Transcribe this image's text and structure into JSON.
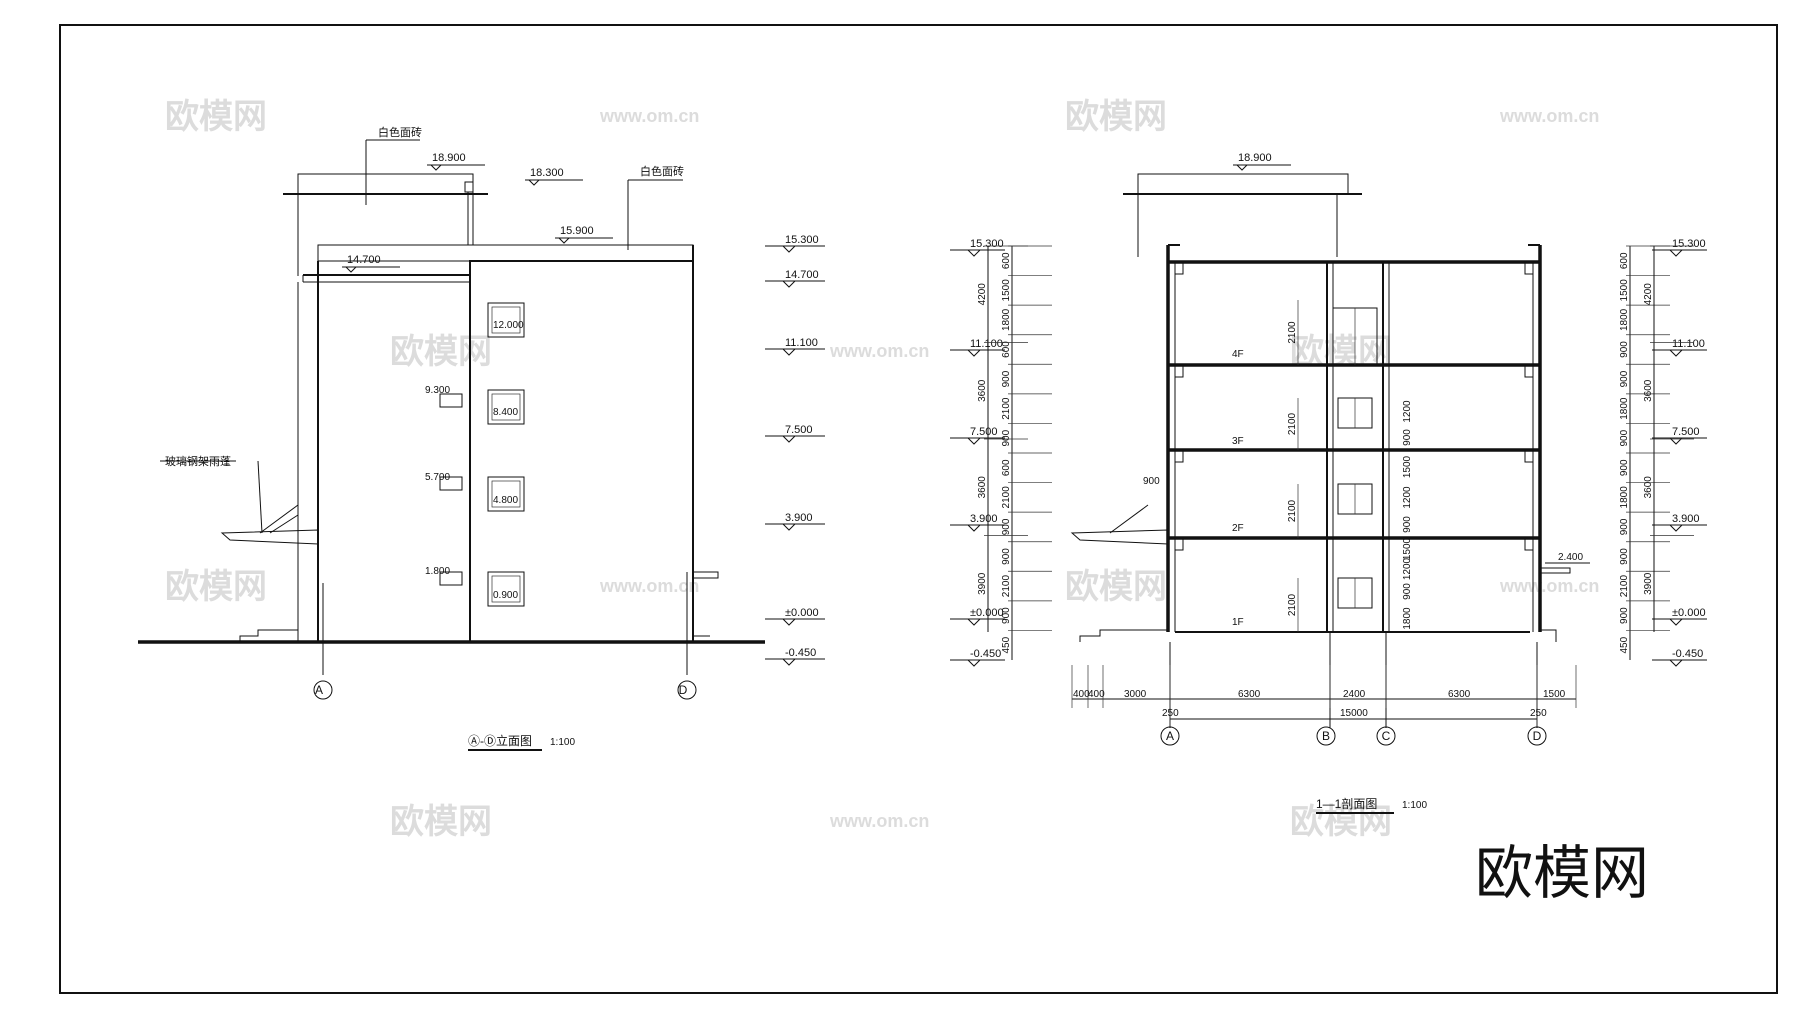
{
  "brand": {
    "logo_text": "欧模网",
    "site_url": "www.om.cn"
  },
  "elevation": {
    "title": "Ⓐ-Ⓓ立面图",
    "scale": "1:100",
    "materials": {
      "top": "白色面砖",
      "right": "白色面砖",
      "canopy": "玻璃钢架雨蓬"
    },
    "levels": {
      "roof_top": "18.900",
      "pipe": "18.300",
      "parapet": "15.900",
      "eave": "14.700",
      "win4": "12.000",
      "win3": "8.400",
      "win2": "4.800",
      "win1": "0.900",
      "side3": "9.300",
      "side2": "5.700",
      "side1": "1.800"
    },
    "right_levels": [
      "15.300",
      "14.700",
      "11.100",
      "7.500",
      "3.900",
      "±0.000",
      "-0.450"
    ],
    "axes": [
      "A",
      "D"
    ]
  },
  "section": {
    "title": "1—1剖面图",
    "scale": "1:100",
    "top_level": "18.900",
    "floors": [
      "4F",
      "3F",
      "2F",
      "1F"
    ],
    "left_levels": [
      "15.300",
      "11.100",
      "7.500",
      "3.900",
      "±0.000",
      "-0.450"
    ],
    "right_levels": [
      "15.300",
      "11.100",
      "7.500",
      "3.900",
      "±0.000",
      "-0.450"
    ],
    "left_dims_inner": [
      "600",
      "1500",
      "1800",
      "600",
      "900",
      "2100",
      "900",
      "600",
      "2100",
      "900",
      "900",
      "2100",
      "900",
      "450"
    ],
    "left_dims_outer": [
      "4200",
      "3600",
      "3600",
      "3900"
    ],
    "right_dims_inner": [
      "600",
      "1500",
      "1800",
      "900",
      "900",
      "1800",
      "900",
      "900",
      "1800",
      "900",
      "900",
      "2100",
      "900",
      "450"
    ],
    "right_dims_outer": [
      "4200",
      "3600",
      "3600",
      "3900"
    ],
    "mid_dims": [
      "2100",
      "2100",
      "2100",
      "2100"
    ],
    "window_dims": [
      "1200",
      "900",
      "1500",
      "1200",
      "900",
      "1500",
      "1200",
      "900",
      "1800",
      "1200",
      "900"
    ],
    "side_dims": {
      "left": "900",
      "right": "2.400"
    },
    "bottom_dims": [
      "400",
      "400",
      "3000",
      "6300",
      "2400",
      "6300",
      "1500"
    ],
    "small_dims": [
      "250",
      "250"
    ],
    "total": "15000",
    "axes": [
      "A",
      "B",
      "C",
      "D"
    ]
  }
}
